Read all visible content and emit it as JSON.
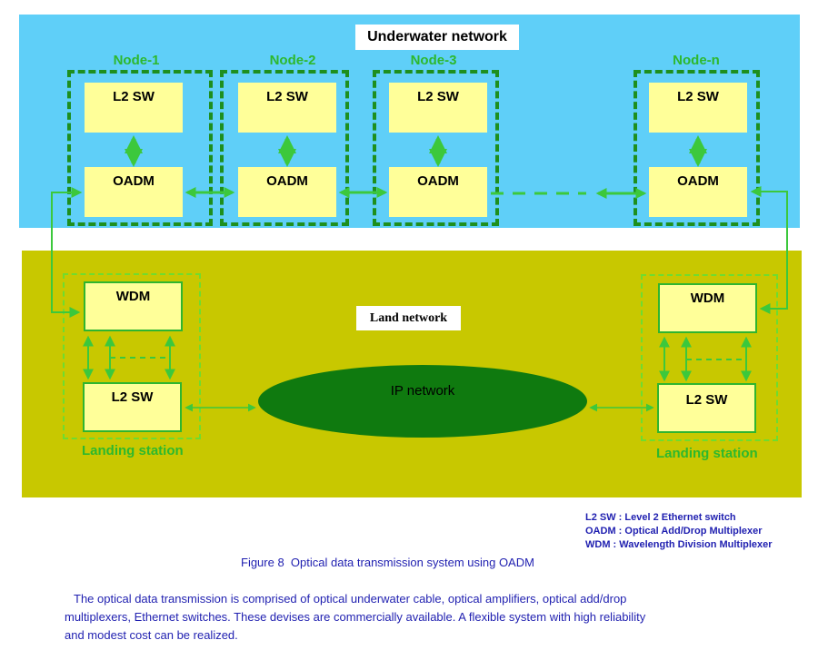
{
  "underwater": {
    "title": "Underwater network",
    "nodes": [
      {
        "label": "Node-1",
        "switch": "L2 SW",
        "oadm": "OADM"
      },
      {
        "label": "Node-2",
        "switch": "L2 SW",
        "oadm": "OADM"
      },
      {
        "label": "Node-3",
        "switch": "L2 SW",
        "oadm": "OADM"
      },
      {
        "label": "Node-n",
        "switch": "L2 SW",
        "oadm": "OADM"
      }
    ]
  },
  "land": {
    "title": "Land network",
    "ip_network": "IP network",
    "stations": [
      {
        "wdm": "WDM",
        "switch": "L2 SW",
        "label": "Landing station"
      },
      {
        "wdm": "WDM",
        "switch": "L2 SW",
        "label": "Landing station"
      }
    ]
  },
  "legend": {
    "l2sw": "L2 SW : Level 2 Ethernet switch",
    "oadm": "OADM : Optical Add/Drop Multiplexer",
    "wdm": "WDM : Wavelength Division Multiplexer"
  },
  "caption": "Figure 8  Optical data transmission system using OADM",
  "paragraph": {
    "line1": "The optical data transmission is comprised of optical underwater cable, optical amplifiers, optical add/drop",
    "line2": "multiplexers, Ethernet switches. These devises are commercially available. A flexible system with high reliability",
    "line3": "and modest cost can be realized."
  },
  "colors": {
    "water": "#5fcff8",
    "land": "#c8c800",
    "node_border": "#1e8f1e",
    "box_fill": "#ffff99",
    "arrow": "#3cc83c",
    "ip_cloud": "#0f7a0f",
    "text_blue": "#1f1fb0"
  }
}
